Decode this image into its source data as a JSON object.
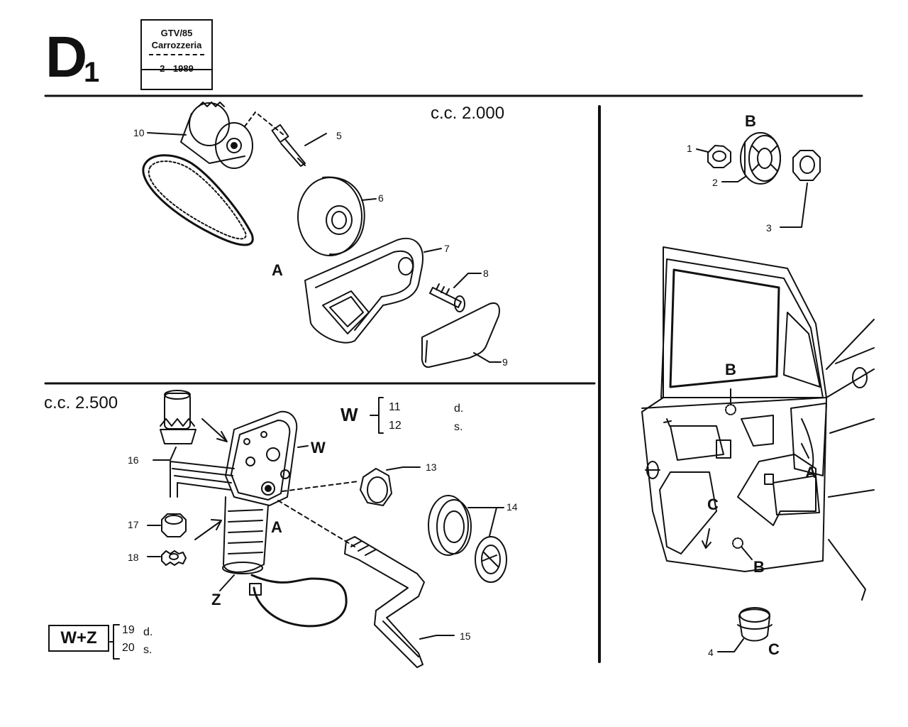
{
  "header": {
    "section_letter": "D",
    "section_number": "1",
    "title_box": {
      "model": "GTV/85",
      "group": "Carrozzeria",
      "date": "2 - 1989"
    }
  },
  "panels": {
    "top_left": {
      "title": "c.c. 2.000",
      "view_letter": "A",
      "callouts": [
        "10",
        "5",
        "6",
        "7",
        "8",
        "9"
      ]
    },
    "bottom_left": {
      "title": "c.c. 2.500",
      "view_letter": "A",
      "w_group": {
        "label": "W",
        "items": [
          {
            "num": "11",
            "side": "d."
          },
          {
            "num": "12",
            "side": "s."
          }
        ]
      },
      "wz_group": {
        "label": "W+Z",
        "items": [
          {
            "num": "19",
            "side": "d."
          },
          {
            "num": "20",
            "side": "s."
          }
        ]
      },
      "markers": {
        "w": "W",
        "z": "Z"
      },
      "callouts": [
        "16",
        "13",
        "14",
        "17",
        "18",
        "15"
      ]
    },
    "right": {
      "detail_letter": "B",
      "callouts": [
        "1",
        "2",
        "3",
        "4"
      ],
      "door_labels": {
        "b_top": "B",
        "a": "A",
        "c_arrow": "C",
        "b_bottom": "B",
        "c_bottom": "C"
      }
    }
  }
}
